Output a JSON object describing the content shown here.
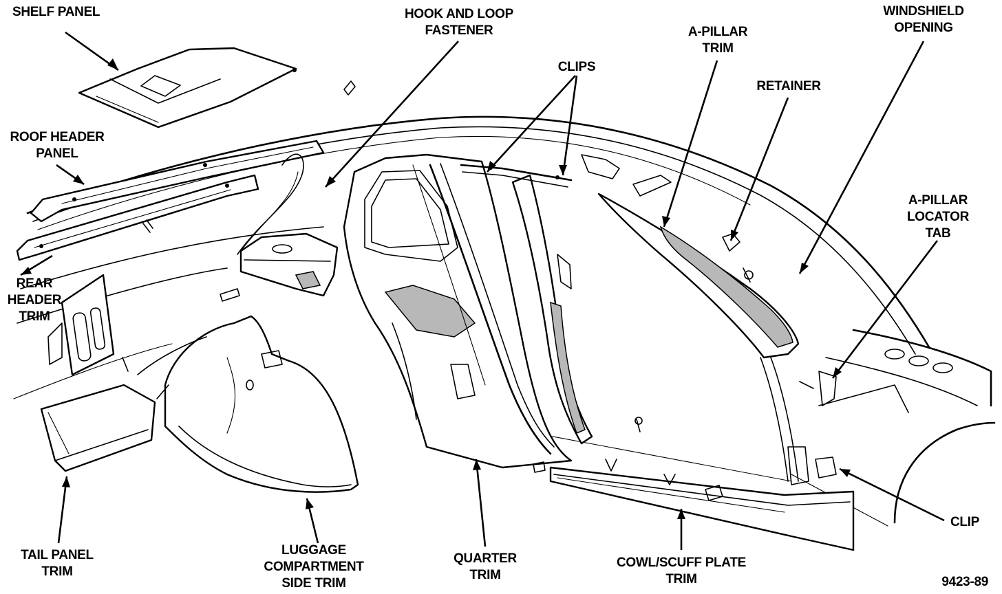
{
  "labels": {
    "shelf_panel": [
      "SHELF PANEL"
    ],
    "hook_loop": [
      "HOOK AND LOOP",
      "FASTENER"
    ],
    "a_pillar_trim": [
      "A-PILLAR",
      "TRIM"
    ],
    "windshield": [
      "WINDSHIELD",
      "OPENING"
    ],
    "clips": [
      "CLIPS"
    ],
    "retainer": [
      "RETAINER"
    ],
    "roof_header": [
      "ROOF HEADER",
      "PANEL"
    ],
    "a_pillar_tab": [
      "A-PILLAR",
      "LOCATOR",
      "TAB"
    ],
    "rear_header": [
      "REAR",
      "HEADER",
      "TRIM"
    ],
    "tail_panel": [
      "TAIL PANEL",
      "TRIM"
    ],
    "luggage": [
      "LUGGAGE",
      "COMPARTMENT",
      "SIDE TRIM"
    ],
    "quarter": [
      "QUARTER",
      "TRIM"
    ],
    "cowl": [
      "COWL/SCUFF PLATE",
      "TRIM"
    ],
    "clip": [
      "CLIP"
    ]
  },
  "figure_number": "9423-89",
  "colors": {
    "ink": "#000000",
    "paper": "#ffffff",
    "shade": "#b8b8b8"
  }
}
